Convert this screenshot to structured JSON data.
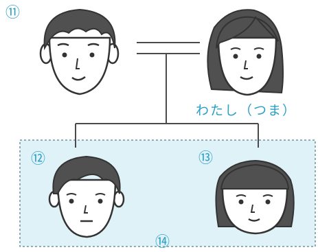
{
  "labels": {
    "n11": "⑪",
    "n12": "⑫",
    "n13": "⑬",
    "n14": "⑭",
    "wife_caption": "わたし（つま）"
  },
  "colors": {
    "accent": "#2aa0c8",
    "box_fill": "#dff2f7",
    "box_border": "#5a7f8c",
    "line": "#4a4a4a",
    "skin": "#ffffff",
    "hair": "#505050"
  }
}
